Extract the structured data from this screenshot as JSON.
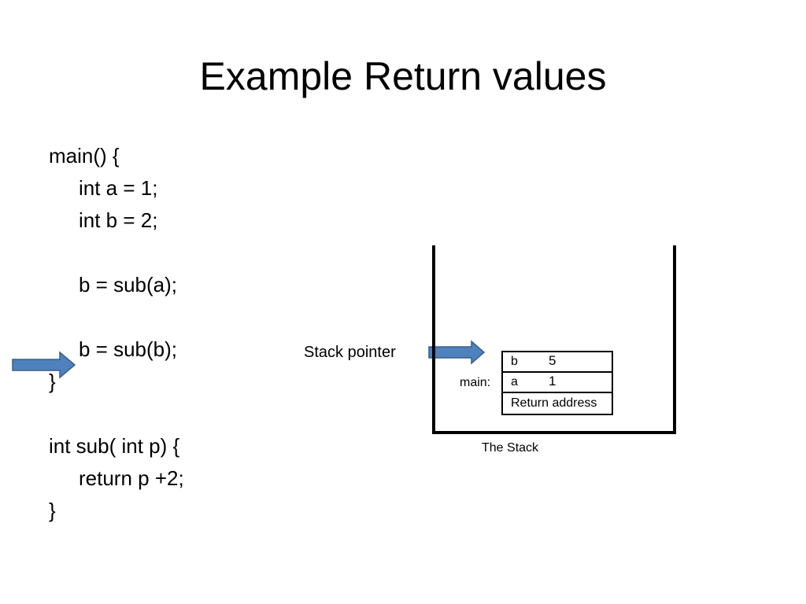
{
  "slide": {
    "title": "Example Return values"
  },
  "code": {
    "lines": [
      {
        "text": "main() {",
        "indent": false
      },
      {
        "text": "int a = 1;",
        "indent": true
      },
      {
        "text": "int b = 2;",
        "indent": true
      },
      {
        "text": "",
        "indent": false
      },
      {
        "text": "b = sub(a);",
        "indent": true
      },
      {
        "text": "",
        "indent": false
      },
      {
        "text": "b = sub(b);",
        "indent": true
      },
      {
        "text": "}",
        "indent": false
      },
      {
        "text": "",
        "indent": false
      },
      {
        "text": "int sub( int p) {",
        "indent": false
      },
      {
        "text": "return p +2;",
        "indent": true
      },
      {
        "text": "}",
        "indent": false
      }
    ]
  },
  "stack": {
    "pointer_label": "Stack pointer",
    "frame_label": "main:",
    "rows": [
      {
        "name": "b",
        "value": "5"
      },
      {
        "name": "a",
        "value": "1"
      }
    ],
    "return_address": "Return address",
    "caption": "The Stack"
  },
  "colors": {
    "arrow_fill": "#4f81bd",
    "arrow_stroke": "#385d8a"
  },
  "icons": {
    "code_pointer": "right-arrow-icon",
    "stack_pointer": "right-arrow-icon"
  }
}
